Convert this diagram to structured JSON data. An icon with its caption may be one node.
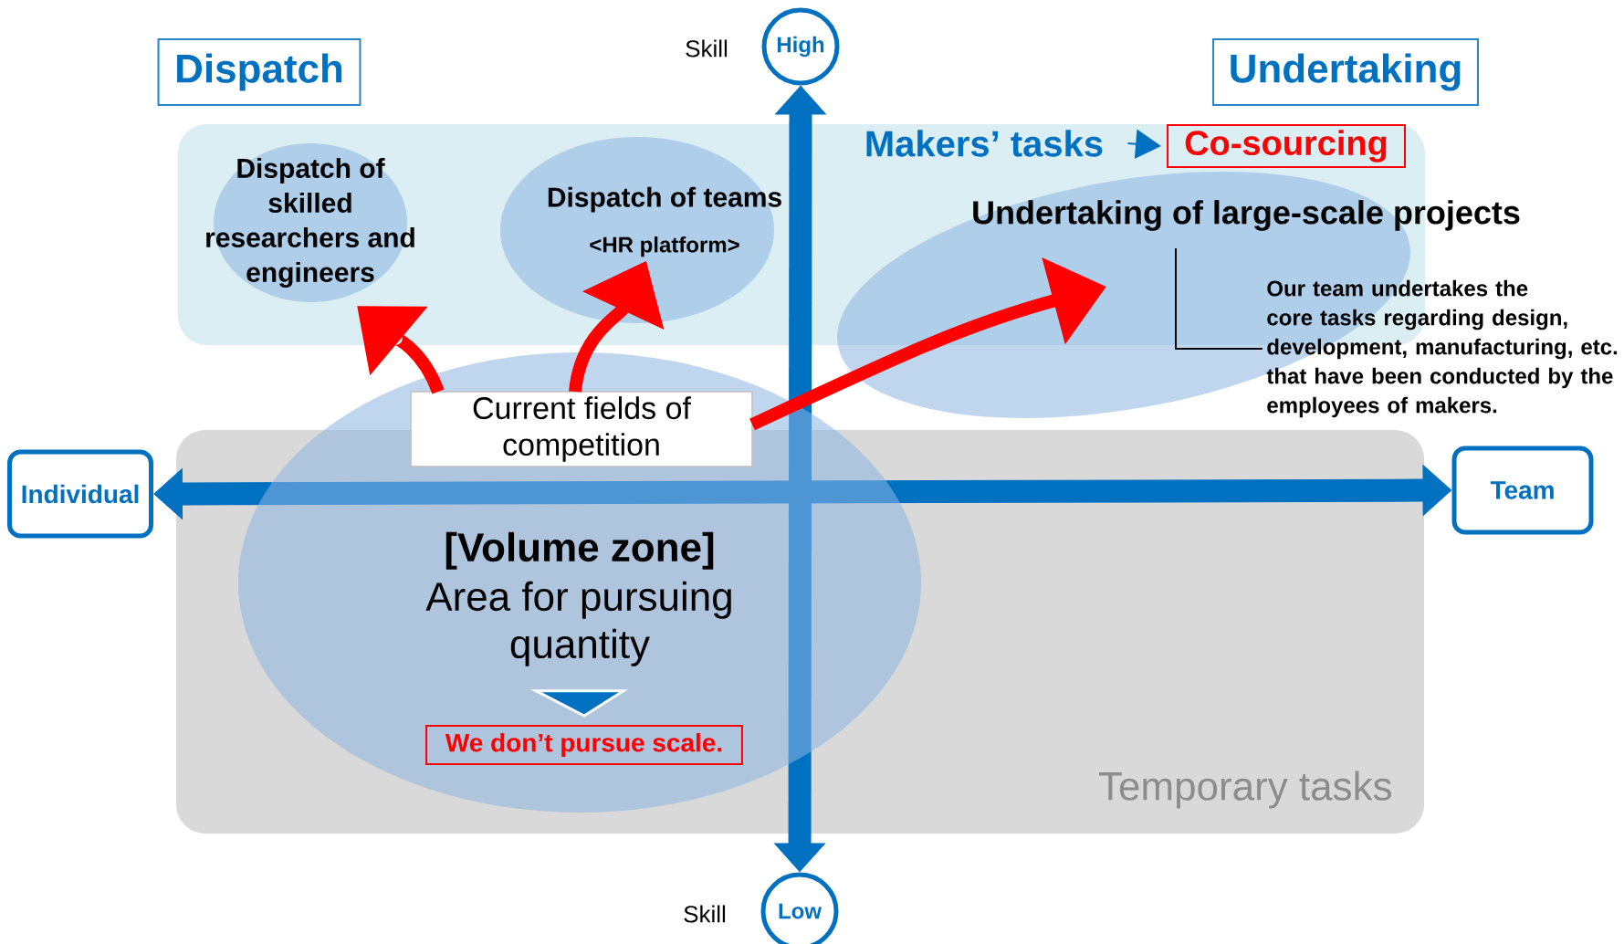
{
  "diagram": {
    "nodes": [
      {
        "text": [
          "Dispatch"
        ]
      },
      {
        "text": [
          "Undertaking"
        ]
      },
      {
        "text": [
          "High"
        ],
        "beside": [
          "Skill"
        ]
      },
      {
        "text": [
          "Low"
        ],
        "beside": [
          "Skill"
        ]
      },
      {
        "text": [
          "Individual"
        ]
      },
      {
        "text": [
          "Team"
        ]
      },
      {
        "text": [
          "Makers’ tasks"
        ]
      },
      {
        "text": [
          "Co-sourcing"
        ],
        "in": 6
      },
      {
        "text": [
          "Temporary tasks"
        ]
      },
      {
        "text": [
          "Dispatch of skilled researchers and engineers"
        ],
        "in": 6
      },
      {
        "text": [
          "Dispatch of teams",
          "<HR platform>"
        ],
        "in": 6
      },
      {
        "text": [
          "Undertaking of large-scale projects"
        ]
      },
      {
        "text": [
          "Our team undertakes the core tasks regarding design, development, manufacturing, etc. that have been conducted by the employees of makers."
        ]
      },
      {
        "text": [
          "[Volume zone]",
          "Area for pursuing quantity"
        ]
      },
      {
        "text": [
          "Current fields of competition"
        ],
        "in": 13
      },
      {
        "text": [
          "We don’t pursue scale."
        ],
        "in": 13
      }
    ],
    "edges": [
      {
        "from": 3,
        "to": 2,
        "arrow": "both",
        "color": "#0070c0"
      },
      {
        "from": 4,
        "to": 5,
        "arrow": "both",
        "color": "#0070c0"
      },
      {
        "from": 6,
        "to": 7,
        "arrow": "to",
        "color": "#0070c0"
      },
      {
        "from": 14,
        "to": 9,
        "arrow": "to",
        "color": "#ff0000"
      },
      {
        "from": 14,
        "to": 10,
        "arrow": "to",
        "color": "#ff0000"
      },
      {
        "from": 14,
        "to": 11,
        "arrow": "to",
        "color": "#ff0000"
      },
      {
        "from": 12,
        "to": 11,
        "arrow": "none",
        "color": "#000000"
      },
      {
        "from": 13,
        "to": 15,
        "arrow": "to",
        "color": "#0070c0"
      }
    ]
  }
}
